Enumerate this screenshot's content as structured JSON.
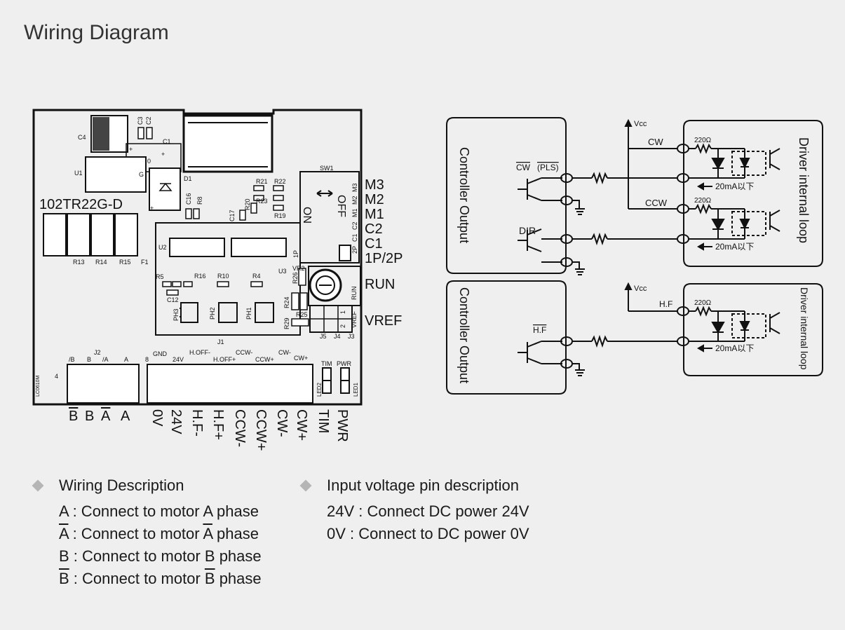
{
  "title": "Wiring Diagram",
  "board": {
    "model": "102TR22G-D",
    "components": {
      "c4": "C4",
      "c3": "C3",
      "c2": "C2",
      "c1": "C1",
      "plus": "+",
      "zero": "0",
      "u1": "U1",
      "g": "G",
      "d1": "D1",
      "r21": "R21",
      "r22": "R22",
      "r23": "R23",
      "r20": "R20",
      "r19": "R19",
      "r8": "R8",
      "c16": "C16",
      "c17": "C17",
      "r13": "R13",
      "r14": "R14",
      "r15": "R15",
      "f1": "F1",
      "u2": "U2",
      "u3": "U3",
      "r5": "R5",
      "r16": "R16",
      "r10": "R10",
      "r4": "R4",
      "c12": "C12",
      "ph3": "PH3",
      "ph2": "PH2",
      "ph1": "PH1",
      "j1": "J1",
      "vr2": "VR2",
      "r26": "R26",
      "r24": "R24",
      "r25": "R25",
      "r29": "R29",
      "sw1": "SW1",
      "sw_on": "ON",
      "sw_off": "OFF",
      "one_p": "1P",
      "run_small": "RUN",
      "vref_small": "VREF",
      "j5": "J5",
      "j4": "J4",
      "j3": "J3",
      "one": "1",
      "two": "2",
      "j2": "J2",
      "lc": "LC0610M",
      "four": "4",
      "eight": "8",
      "led2": "LED2",
      "led1": "LED1",
      "tim_small": "TIM",
      "pwr_small": "PWR",
      "sw_side": [
        "M3",
        "M2",
        "M1",
        "C2",
        "C1",
        "2P"
      ],
      "j2_pins": [
        "/B",
        "B",
        "/A",
        "A"
      ],
      "j1_pins": [
        "GND",
        "24V",
        "H.OFF-",
        "H.OFF+",
        "CCW-",
        "CCW+",
        "CW-",
        "CW+"
      ]
    },
    "switch_labels": [
      "M3",
      "M2",
      "M1",
      "C2",
      "C1",
      "1P/2P"
    ],
    "run_label": "RUN",
    "vref_label": "VREF",
    "bottom_pins_left": [
      "B",
      "B",
      "A",
      "A"
    ],
    "bottom_pins_right": [
      "0V",
      "24V",
      "H.F-",
      "H.F+",
      "CCW-",
      "CCW+",
      "CW-",
      "CW+",
      "TIM",
      "PWR"
    ]
  },
  "circuit_top": {
    "controller_label": "Controller Output",
    "driver_label": "Driver internal loop",
    "vcc": "Vcc",
    "cw_pls": "CW",
    "pls": "(PLS)",
    "dir": "DIR",
    "cw": "CW",
    "ccw": "CCW",
    "resistor": "220Ω",
    "current": "20mA以下"
  },
  "circuit_bottom": {
    "controller_label": "Controller Output",
    "driver_label": "Driver internal loop",
    "vcc": "Vcc",
    "hf_out": "H.F",
    "hf": "H.F",
    "resistor": "220Ω",
    "current": "20mA以下"
  },
  "wiring": {
    "header": "Wiring Description",
    "items": [
      {
        "pin": "A",
        "text": " : Connect to motor ",
        "pin2": "A",
        "suffix": " phase"
      },
      {
        "pin": "A",
        "text": " : Connect to motor ",
        "pin2": "A",
        "suffix": " phase"
      },
      {
        "pin": "B",
        "text": " : Connect to motor ",
        "pin2": "B",
        "suffix": " phase"
      },
      {
        "pin": "B",
        "text": " : Connect to motor ",
        "pin2": "B",
        "suffix": " phase"
      }
    ]
  },
  "voltage": {
    "header": "Input voltage pin description",
    "items": [
      "24V : Connect DC power 24V",
      "0V : Connect to DC power 0V"
    ]
  }
}
